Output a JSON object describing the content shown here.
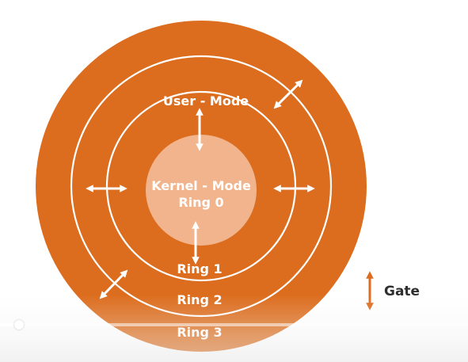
{
  "diagram": {
    "rings": {
      "kernel_label": "Kernel - Mode",
      "ring0": "Ring 0",
      "user_label": "User - Mode",
      "ring1": "Ring 1",
      "ring2": "Ring 2",
      "ring3": "Ring 3"
    },
    "legend": {
      "gate_label": "Gate",
      "gate_icon": "double-arrow-vertical-icon"
    },
    "colors": {
      "outer_ring": "#dc6d1e",
      "kernel_core": "#f1b48c",
      "ring_lines": "#ffffff",
      "gate_arrow": "#dc6d1e",
      "text": "#ffffff"
    }
  },
  "player": {
    "progress": 0.04
  }
}
